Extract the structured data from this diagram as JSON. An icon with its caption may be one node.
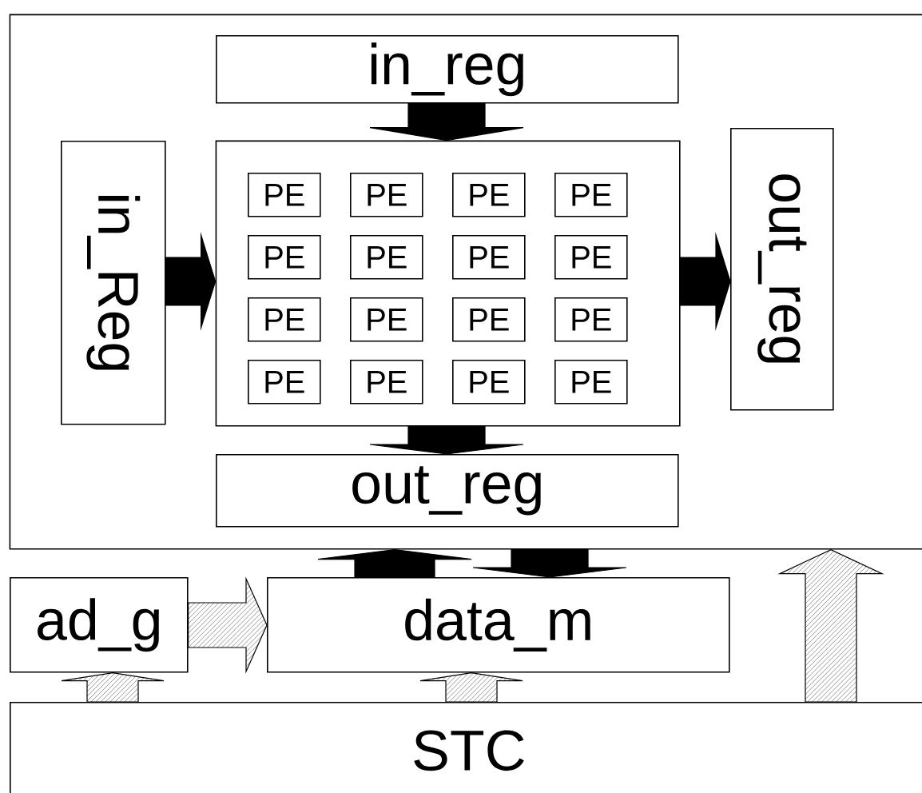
{
  "diagram": {
    "nodes": [
      {
        "text": [],
        "shape": "box"
      },
      {
        "text": [
          "in_reg"
        ],
        "in": 0
      },
      {
        "text": [
          "in_Reg"
        ],
        "in": 0
      },
      {
        "text": [],
        "shape": "box",
        "in": 0
      },
      {
        "text": [
          "PE"
        ],
        "in": 3
      },
      {
        "text": [
          "PE"
        ],
        "in": 3
      },
      {
        "text": [
          "PE"
        ],
        "in": 3
      },
      {
        "text": [
          "PE"
        ],
        "in": 3
      },
      {
        "text": [
          "PE"
        ],
        "in": 3
      },
      {
        "text": [
          "PE"
        ],
        "in": 3
      },
      {
        "text": [
          "PE"
        ],
        "in": 3
      },
      {
        "text": [
          "PE"
        ],
        "in": 3
      },
      {
        "text": [
          "PE"
        ],
        "in": 3
      },
      {
        "text": [
          "PE"
        ],
        "in": 3
      },
      {
        "text": [
          "PE"
        ],
        "in": 3
      },
      {
        "text": [
          "PE"
        ],
        "in": 3
      },
      {
        "text": [
          "PE"
        ],
        "in": 3
      },
      {
        "text": [
          "PE"
        ],
        "in": 3
      },
      {
        "text": [
          "PE"
        ],
        "in": 3
      },
      {
        "text": [
          "PE"
        ],
        "in": 3
      },
      {
        "text": [
          "out_reg"
        ],
        "in": 0
      },
      {
        "text": [
          "out_reg"
        ],
        "in": 0
      },
      {
        "text": [
          "ad_g"
        ]
      },
      {
        "text": [
          "data_m"
        ]
      },
      {
        "text": [
          "STC"
        ]
      }
    ],
    "edges": [
      {
        "from": 1,
        "to": 3,
        "arrow": "to"
      },
      {
        "from": 2,
        "to": 3,
        "arrow": "to"
      },
      {
        "from": 3,
        "to": 20,
        "arrow": "to"
      },
      {
        "from": 3,
        "to": 21,
        "arrow": "to"
      },
      {
        "from": 23,
        "to": 0,
        "arrow": "to"
      },
      {
        "from": 0,
        "to": 23,
        "arrow": "to"
      },
      {
        "from": 22,
        "to": 23,
        "arrow": "to",
        "color": "#808080"
      },
      {
        "from": 24,
        "to": 22,
        "arrow": "to",
        "color": "#808080"
      },
      {
        "from": 24,
        "to": 23,
        "arrow": "to",
        "color": "#808080"
      },
      {
        "from": 24,
        "to": 0,
        "arrow": "to",
        "color": "#808080"
      }
    ]
  }
}
